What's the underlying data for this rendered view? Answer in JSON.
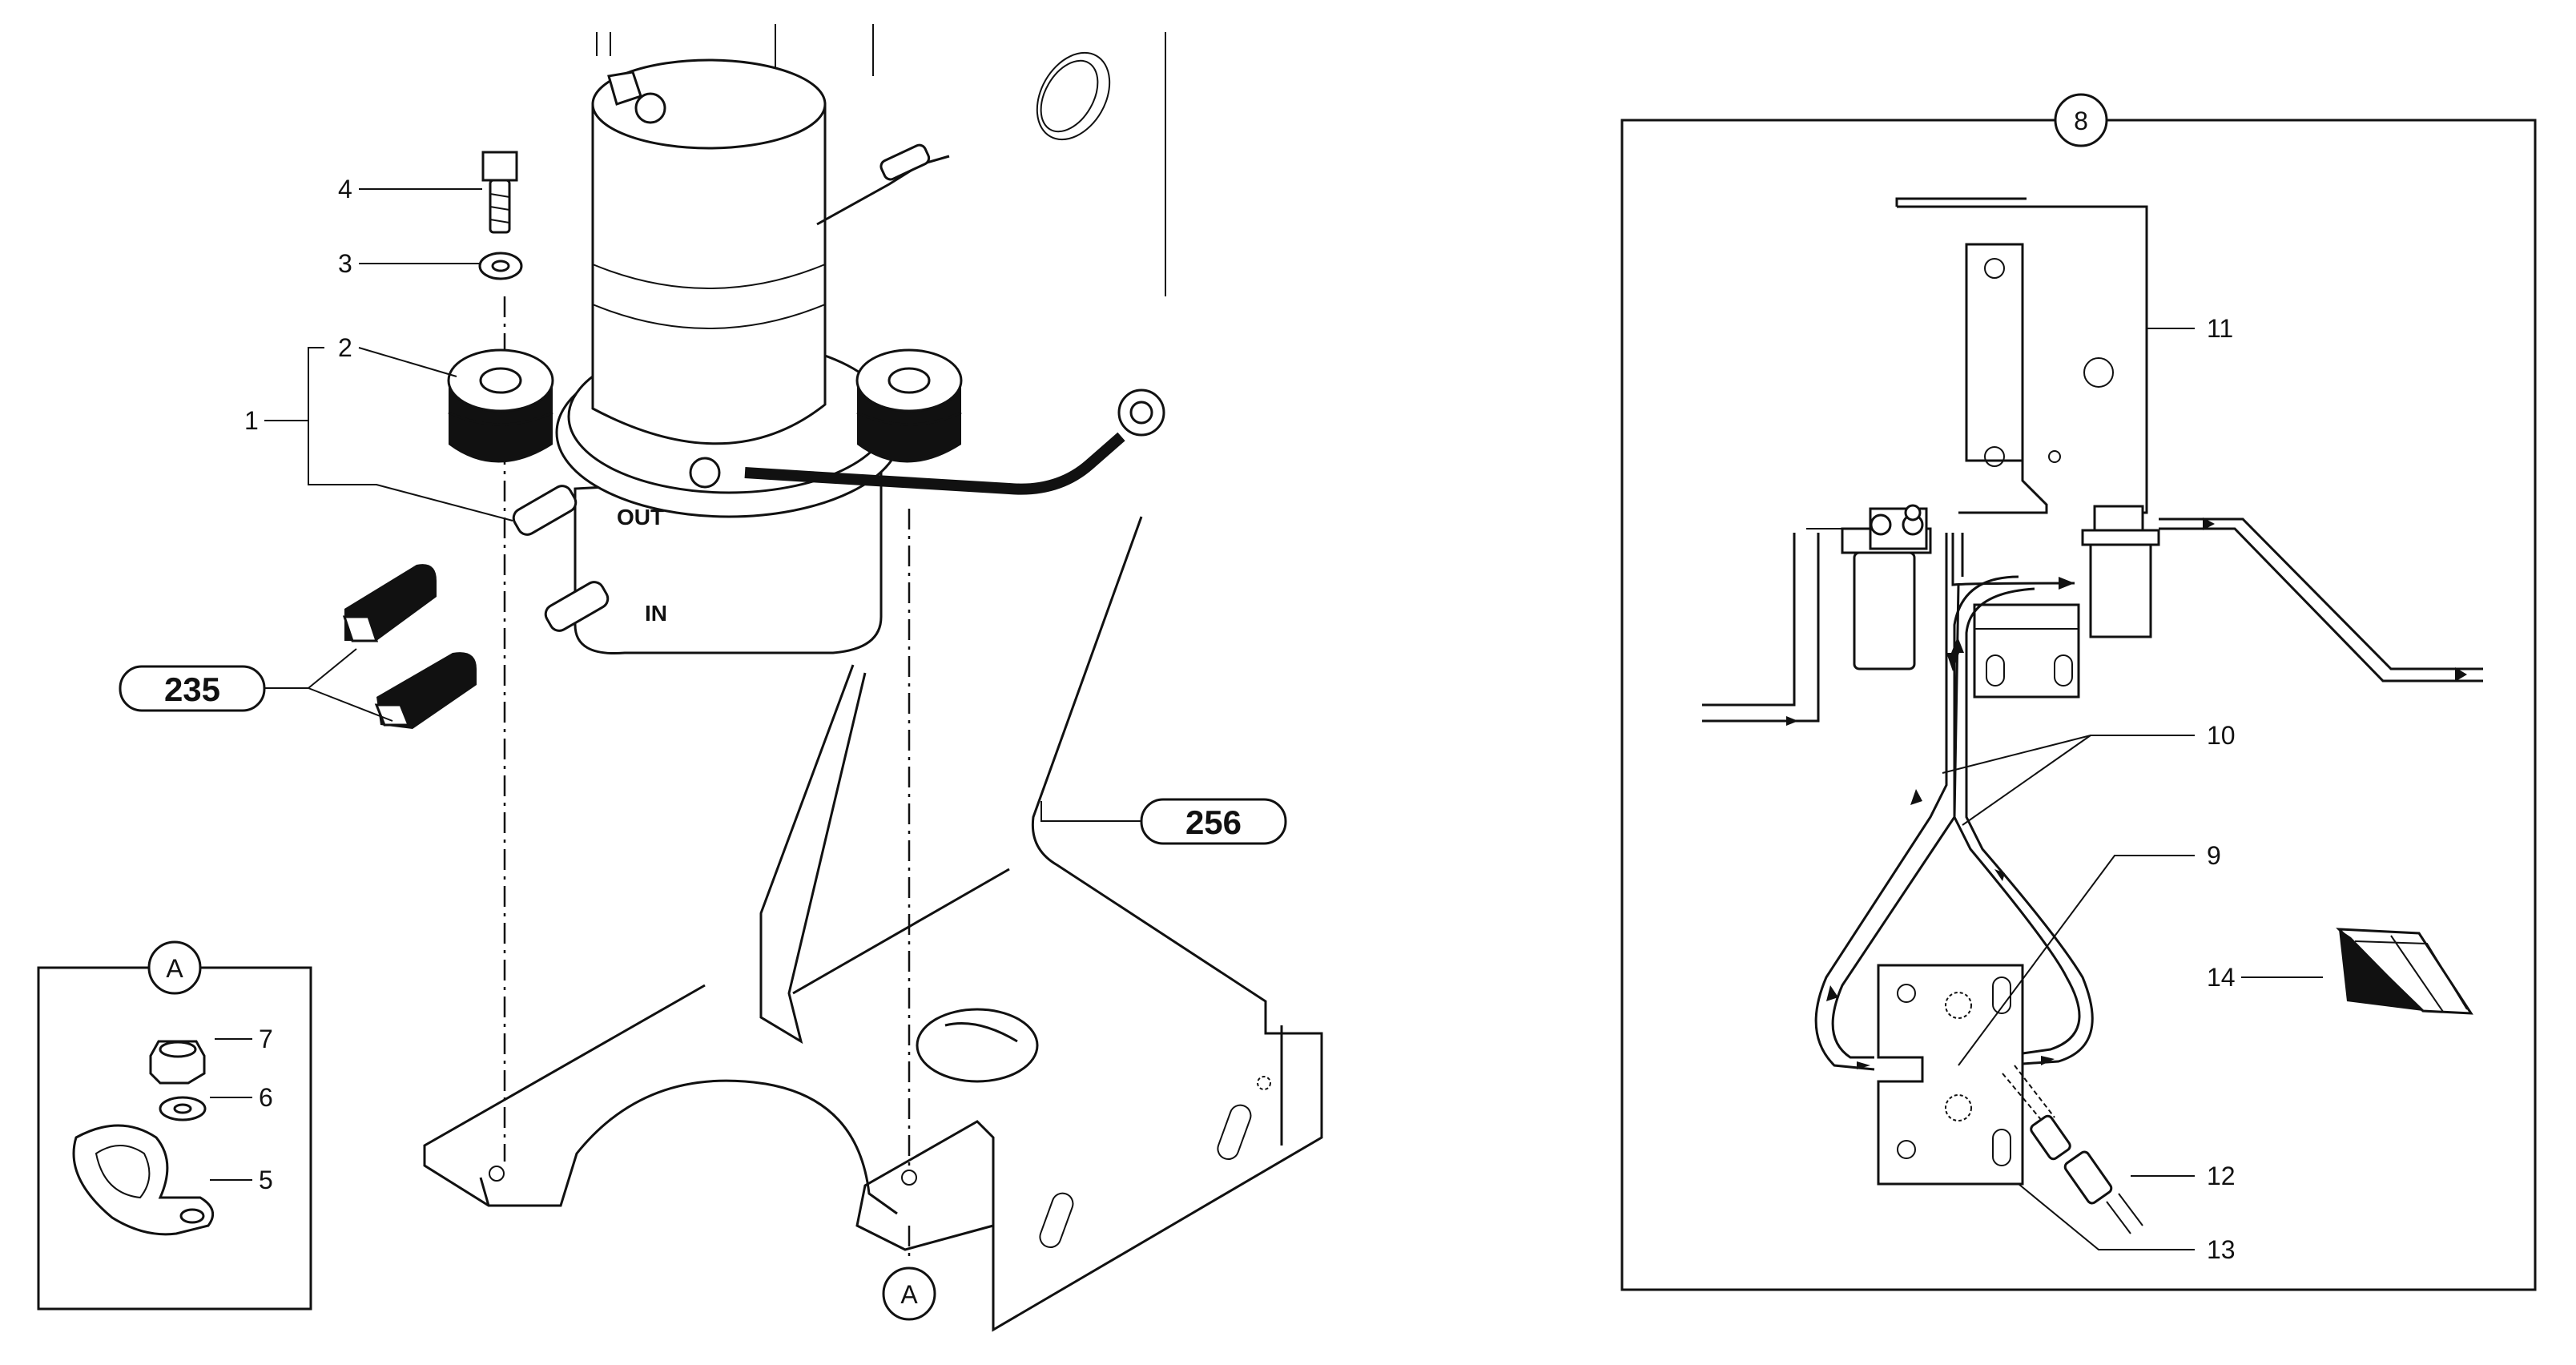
{
  "callouts": {
    "c1": "1",
    "c2": "2",
    "c3": "3",
    "c4": "4",
    "c5": "5",
    "c6": "6",
    "c7": "7",
    "c8": "8",
    "c9": "9",
    "c10": "10",
    "c11": "11",
    "c12": "12",
    "c13": "13",
    "c14": "14"
  },
  "ref_boxes": {
    "r235": "235",
    "r256": "256"
  },
  "detail_marker": {
    "a_box": "A",
    "a_bottom": "A"
  },
  "port_labels": {
    "out": "OUT",
    "in": "IN"
  }
}
